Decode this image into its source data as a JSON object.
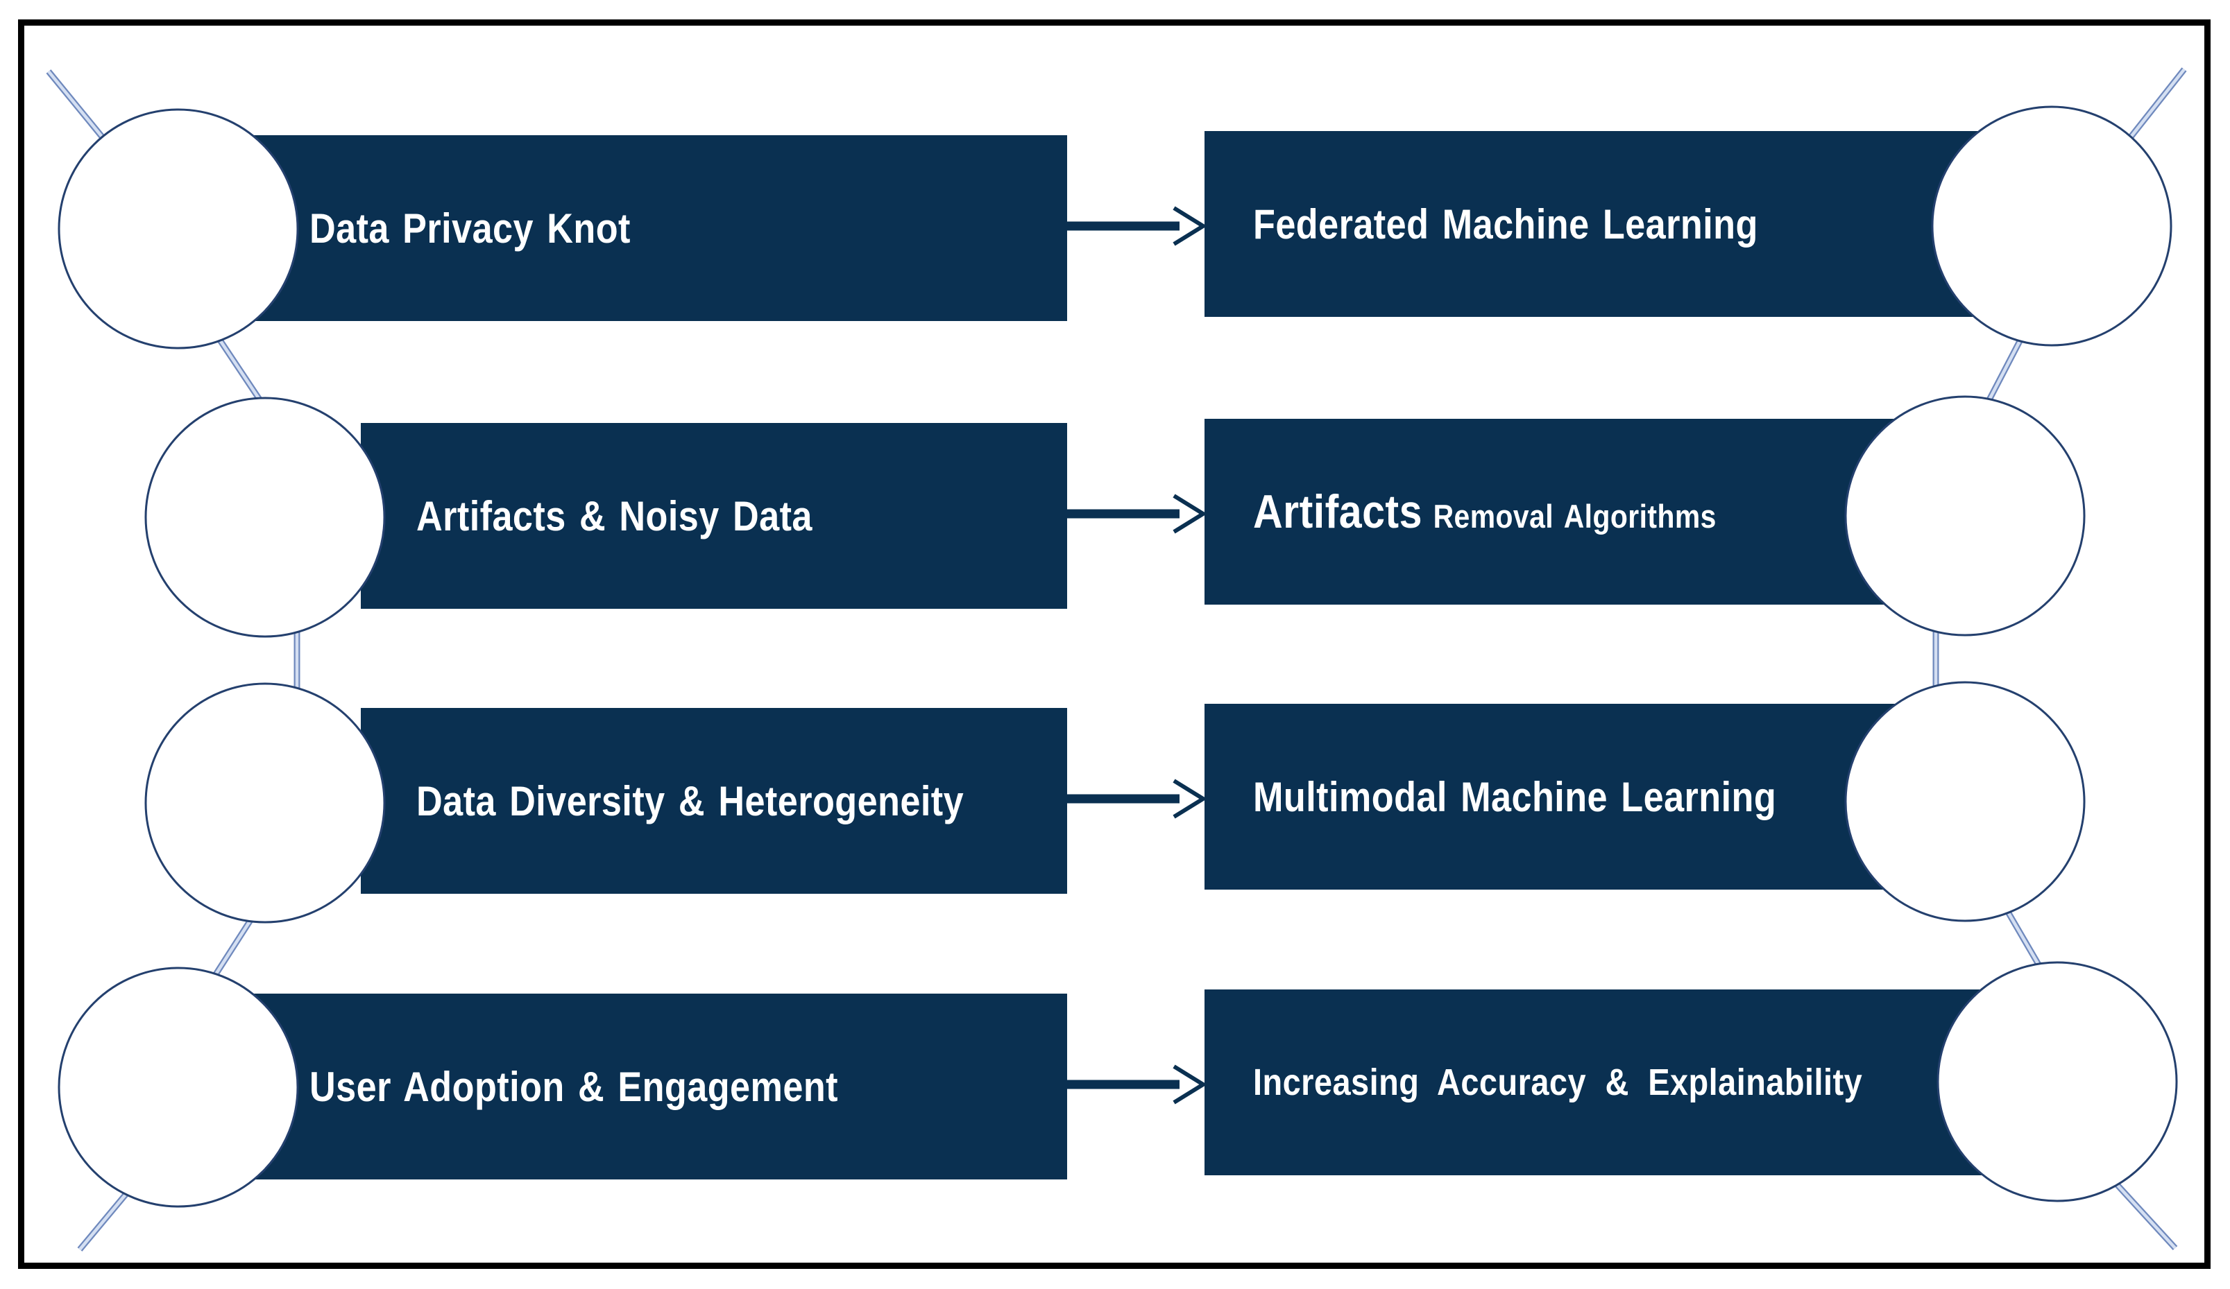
{
  "diagram": {
    "rows": [
      {
        "left": "Data Privacy Knot",
        "right": "Federated Machine Learning"
      },
      {
        "left": "Artifacts & Noisy Data",
        "right_big": "Artifacts",
        "right_small": "Removal Algorithms"
      },
      {
        "left": "Data Diversity & Heterogeneity",
        "right": "Multimodal Machine Learning"
      },
      {
        "left": "User Adoption & Engagement",
        "right": "Increasing Accuracy & Explainability"
      }
    ],
    "colors": {
      "box_navy": "#0a3051",
      "circle_stroke": "#24406e",
      "connector_outer": "#6f89bd",
      "connector_inner": "#d4dff2",
      "frame_black": "#000000",
      "text_white": "#ffffff"
    }
  }
}
